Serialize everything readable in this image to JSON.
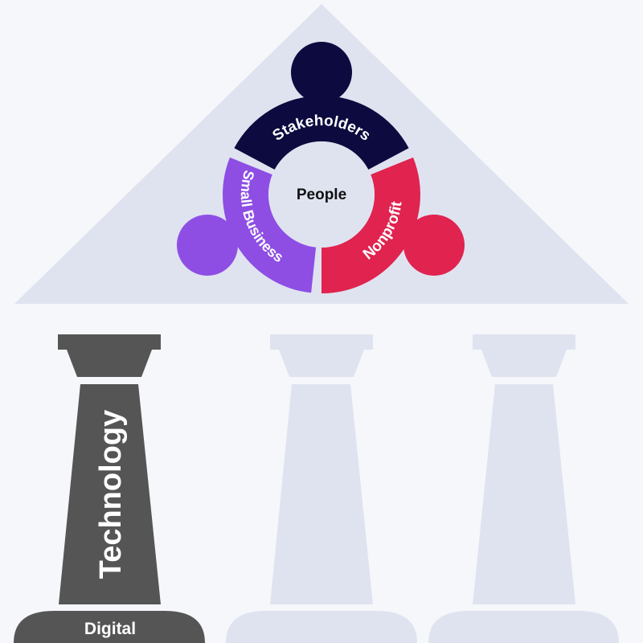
{
  "diagram": {
    "center_label": "People",
    "segments": [
      {
        "label": "Stakeholders",
        "color": "#0c0a3e"
      },
      {
        "label": "Nonprofit",
        "color": "#e0234f"
      },
      {
        "label": "Small Business",
        "color": "#8e4ee4"
      }
    ],
    "pillars": [
      {
        "label": "Technology",
        "base_label": "Digital",
        "color": "#555555",
        "active": true
      },
      {
        "label": "",
        "base_label": "",
        "color": "#dfe3f0",
        "active": false
      },
      {
        "label": "",
        "base_label": "",
        "color": "#dfe3f0",
        "active": false
      }
    ],
    "roof_color": "#dfe3f0",
    "background": "#f5f7fa"
  }
}
